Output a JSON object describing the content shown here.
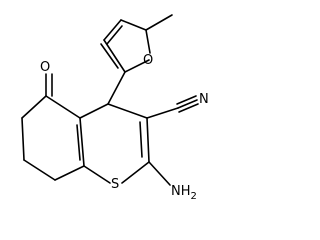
{
  "molecule": {
    "atoms": {
      "oxygen_furan": "O",
      "methyl": "",
      "oxygen_ketone": "O",
      "nitrogen_nitrile": "N",
      "sulfur": "S",
      "amine": "NH",
      "amine_subscript": "2"
    }
  }
}
